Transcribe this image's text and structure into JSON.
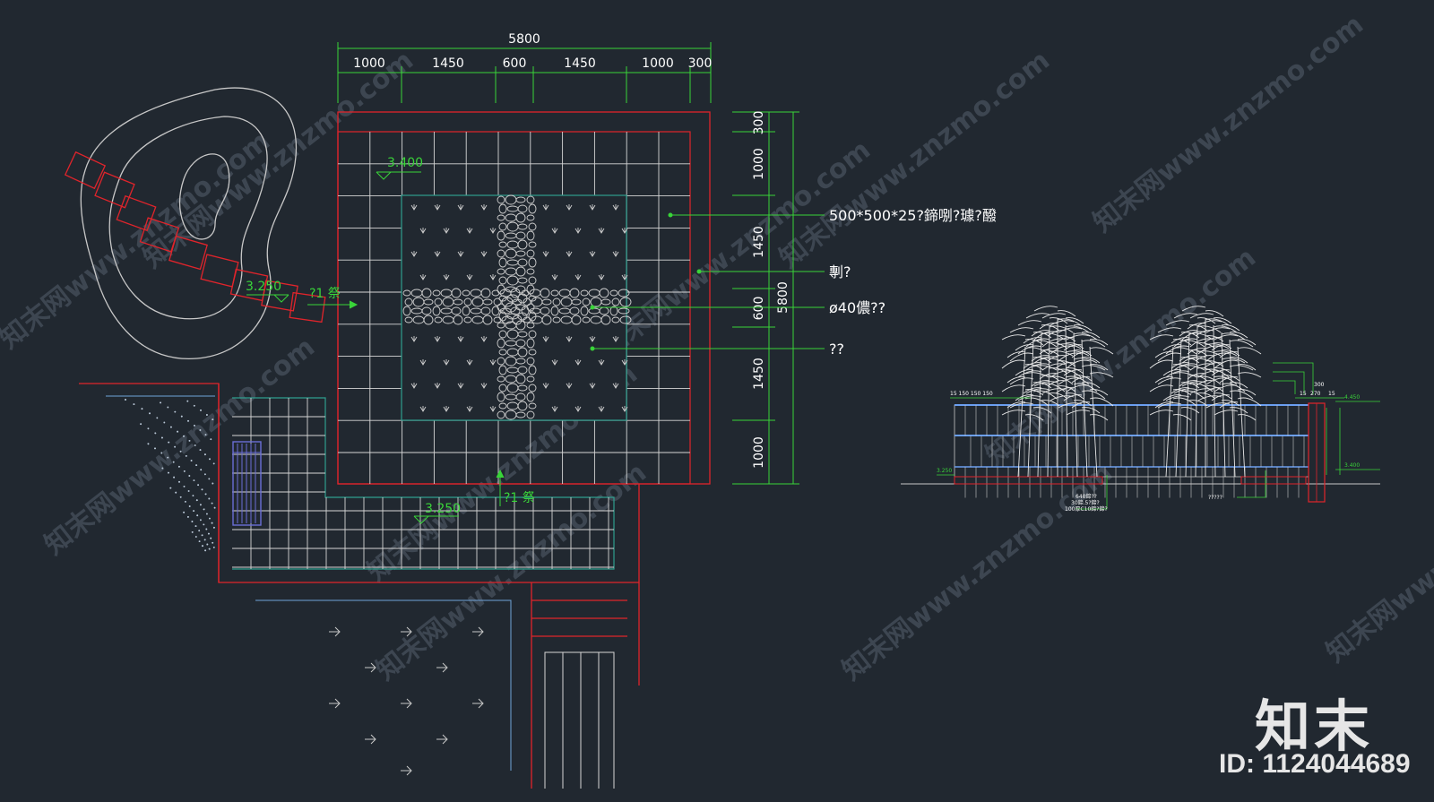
{
  "colors": {
    "background": "#212830",
    "grid": "#d6d6d6",
    "red": "#e0242b",
    "teal": "#2f9e8e",
    "green": "#39d439",
    "white": "#ffffff",
    "blue": "#6a6ed6"
  },
  "plan": {
    "dims_top_total": "5800",
    "dims_top": [
      "1000",
      "1450",
      "600",
      "1450",
      "1000",
      "300"
    ],
    "dims_right": [
      "300",
      "1000",
      "1450",
      "600",
      "1450",
      "1000"
    ],
    "dims_right_total": "5800",
    "level_plaza": "3.400",
    "level_path": "3.250",
    "level_lower": "3.250",
    "section_mark_1": "?1 祭",
    "section_mark_2": "?1 祭",
    "notes": [
      "500*500*25?鍗哵?璩?醱",
      "剸?",
      "ø40儂??",
      "??"
    ]
  },
  "elevation": {
    "top_dims": "15 150 150 150",
    "right_dims": [
      "300",
      "15",
      "270",
      "15"
    ],
    "level_top": "4.450",
    "level_right": "3.400",
    "level_left": "3.250",
    "bottom_notes": [
      "640鍗??",
      "30鍗.5?鍗?",
      "100厚C10鍗?鍗?"
    ],
    "side_note": "?????"
  },
  "watermark": {
    "text": "知末网www.znzmo.com"
  },
  "brand": {
    "logo": "知末",
    "id_text": "ID: 1124044689"
  }
}
